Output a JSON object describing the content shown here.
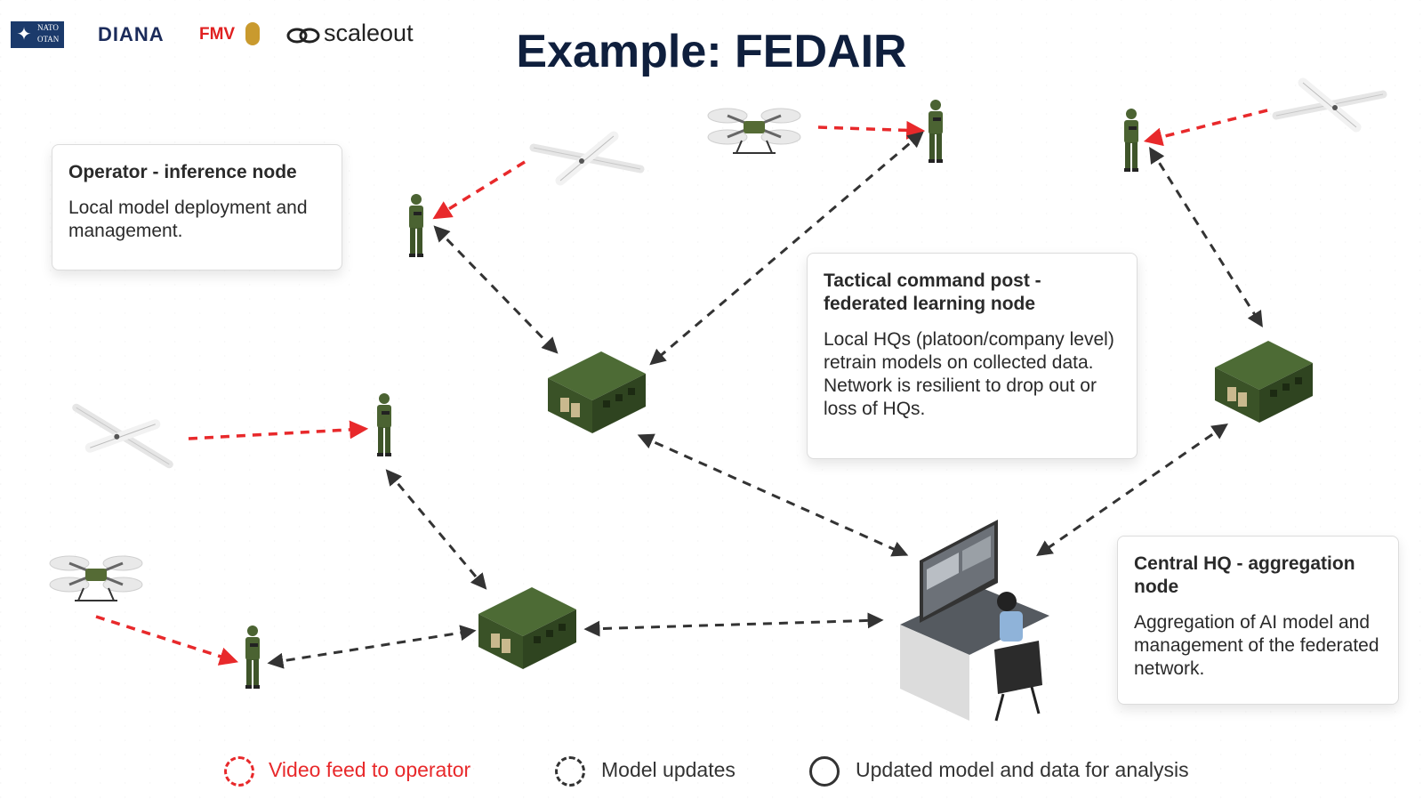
{
  "logos": {
    "nato_line1": "NATO",
    "nato_line2": "OTAN",
    "diana": "DIANA",
    "fmv": "FMV",
    "scaleout": "scaleout"
  },
  "title": "Example: FEDAIR",
  "callouts": {
    "operator": {
      "heading": "Operator - inference node",
      "body": "Local model deployment and management."
    },
    "tactical": {
      "heading": "Tactical command post - federated learning node",
      "body": "Local HQs (platoon/company level) retrain models on collected data. Network is resilient to drop out or loss of HQs."
    },
    "central": {
      "heading": "Central HQ - aggregation node",
      "body": "Aggregation of AI model and management of the federated network."
    }
  },
  "legend": {
    "video_feed": "Video feed to operator",
    "model_updates": "Model updates",
    "updated_model": "Updated model and data for analysis"
  },
  "colors": {
    "video_feed": "#e8292b",
    "model_updates": "#333333",
    "updated_model": "#333333",
    "shelter": "#3e5b2b",
    "soldier": "#4b6332",
    "title": "#0f1f3d"
  },
  "icons": [
    "nato-logo",
    "diana-logo",
    "fmv-logo",
    "scaleout-logo",
    "soldier-icon",
    "drone-icon",
    "quadcopter-icon",
    "shelter-icon",
    "workstation-icon"
  ]
}
